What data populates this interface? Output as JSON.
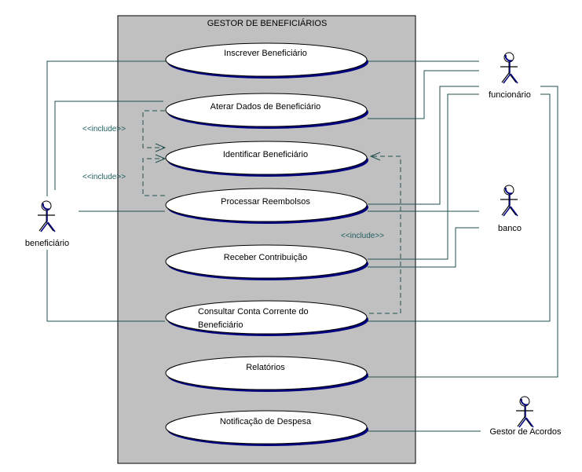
{
  "system": {
    "title": "GESTOR DE BENEFICIÁRIOS"
  },
  "actors": {
    "beneficiario": "beneficiário",
    "funcionario": "funcionário",
    "banco": "banco",
    "gestor_acordos": "Gestor de Acordos"
  },
  "use_cases": {
    "inscrever": "Inscrever Beneficiário",
    "alterar": "Aterar Dados de Beneficiário",
    "identificar": "Identificar Beneficiário",
    "processar": "Processar Reembolsos",
    "receber": "Receber Contribuição",
    "consultar_l1": "Consultar Conta Corrente do",
    "consultar_l2": "Beneficiário",
    "relatorios": "Relatórios",
    "notificacao": "Notificação de Despesa"
  },
  "relations": {
    "include_1": "<<include>>",
    "include_2": "<<include>>",
    "include_3": "<<include>>"
  },
  "colors": {
    "system_fill": "#c0c0c0",
    "line": "#1f4f4f",
    "ellipse_shadow": "#000080",
    "actor_stroke": "#000080"
  }
}
